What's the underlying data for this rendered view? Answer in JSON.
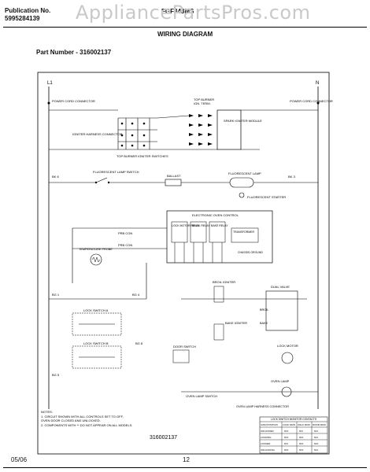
{
  "header": {
    "publication_label": "Publication No.",
    "publication_number": "5995284139",
    "model": "FGF348MS",
    "watermark": "AppliancePartsPros.com",
    "title": "WIRING DIAGRAM",
    "part_number_label": "Part Number - 316002137"
  },
  "diagram": {
    "line_l1": "L1",
    "line_n": "N",
    "power_cord_left": "POWER CORD CONNECTOR",
    "power_cord_right": "POWER CORD CONNECTOR",
    "top_burner_line1": "TOP BURNER",
    "top_burner_line2": "IGN. TERM.",
    "spark_module": "SPARK IGNITER MODULE",
    "igniter_harness": "IGNITER HARNESS CONNECTOR",
    "top_burner_switches": "TOP BURNER IGNITER SWITCHES",
    "fluorescent_lamp_switch": "FLUORESCENT LAMP SWITCH",
    "ballast": "BALLAST",
    "fluorescent_lamp": "FLUORESCENT LAMP",
    "fluorescent_starter": "FLUORESCENT STARTER",
    "bk_left": "BK 6",
    "bk_right": "BK 3",
    "electronic_oven_control": "ELECTRONIC OVEN CONTROL",
    "lock_motor_relay": "LOCK MOTOR RELAY",
    "broil_relay": "BROIL RELAY",
    "bake_relay": "BAKE RELAY",
    "transformer": "TRANSFORMER",
    "chassis_ground": "CHASSIS GROUND",
    "temperature_probe": "TEMPERATURE PROBE",
    "probe_con1": "PRB CON",
    "probe_con2": "PRB CON",
    "lock_switch_a": "LOCK SWITCH A",
    "lock_switch_b": "LOCK SWITCH B",
    "broil_igniter": "BROIL IGNITER",
    "dual_valve": "DUAL VALVE",
    "bake_igniter": "BAKE IGNITER",
    "bake_label": "BAKE",
    "broil_label": "BROIL",
    "door_switch": "DOOR SWITCH",
    "lock_motor": "LOCK MOTOR",
    "oven_lamp_switch": "OVEN LAMP SWITCH",
    "oven_lamp": "OVEN LAMP",
    "oven_lamp_harness": "OVEN LAMP HARNESS CONNECTOR",
    "wire_bg1": "BG 1",
    "wire_bg4": "BG 4",
    "wire_bg5": "BG 5",
    "wire_bg8": "BG 8",
    "notes_title": "NOTES:",
    "note1": "1. CIRCUIT SHOWN WITH ALL CONTROLS SET TO OFF,",
    "note1b": "   OVEN DOOR CLOSED AND UNLOCKED.",
    "note2": "2. COMPONENTS WITH ** DO NOT APPEAR ON ALL MODELS.",
    "diagram_part_number": "316002137",
    "lock_table": {
      "title": "LOCK SWITCH MONITOR CONTACTS",
      "columns": [
        "CAM POSITION",
        "LOCK MON",
        "UNLK MON",
        "DOOR MON"
      ],
      "rows": [
        [
          "UNLOCKED",
          "N/O",
          "N/C",
          "N/C"
        ],
        [
          "LOCKING",
          "N/O",
          "N/O",
          "N/C"
        ],
        [
          "LOCKED",
          "N/C",
          "N/O",
          "N/O"
        ],
        [
          "UNLOCKING",
          "N/O",
          "N/O",
          "N/C"
        ]
      ]
    }
  },
  "footer": {
    "date": "05/06",
    "page": "12"
  }
}
